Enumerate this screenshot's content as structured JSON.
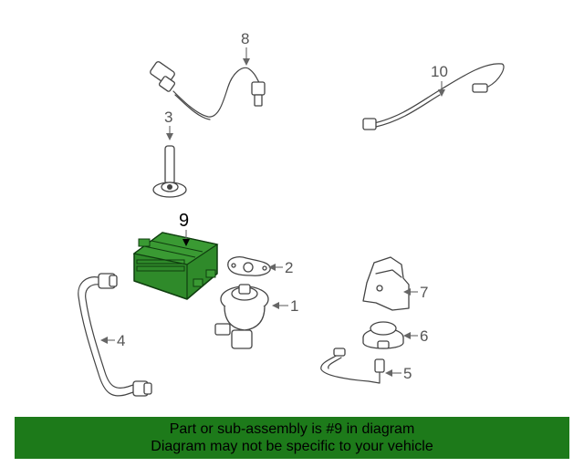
{
  "diagram": {
    "callouts": {
      "c1": "1",
      "c2": "2",
      "c3": "3",
      "c4": "4",
      "c5": "5",
      "c6": "6",
      "c7": "7",
      "c8": "8",
      "c9": "9",
      "c10": "10"
    },
    "highlighted_part": "9",
    "highlight_color": "#1d7a1a"
  },
  "footer": {
    "line1": "Part or sub-assembly is #9 in diagram",
    "line2": "Diagram may not be specific to your vehicle",
    "background": "#1d7a1a"
  }
}
